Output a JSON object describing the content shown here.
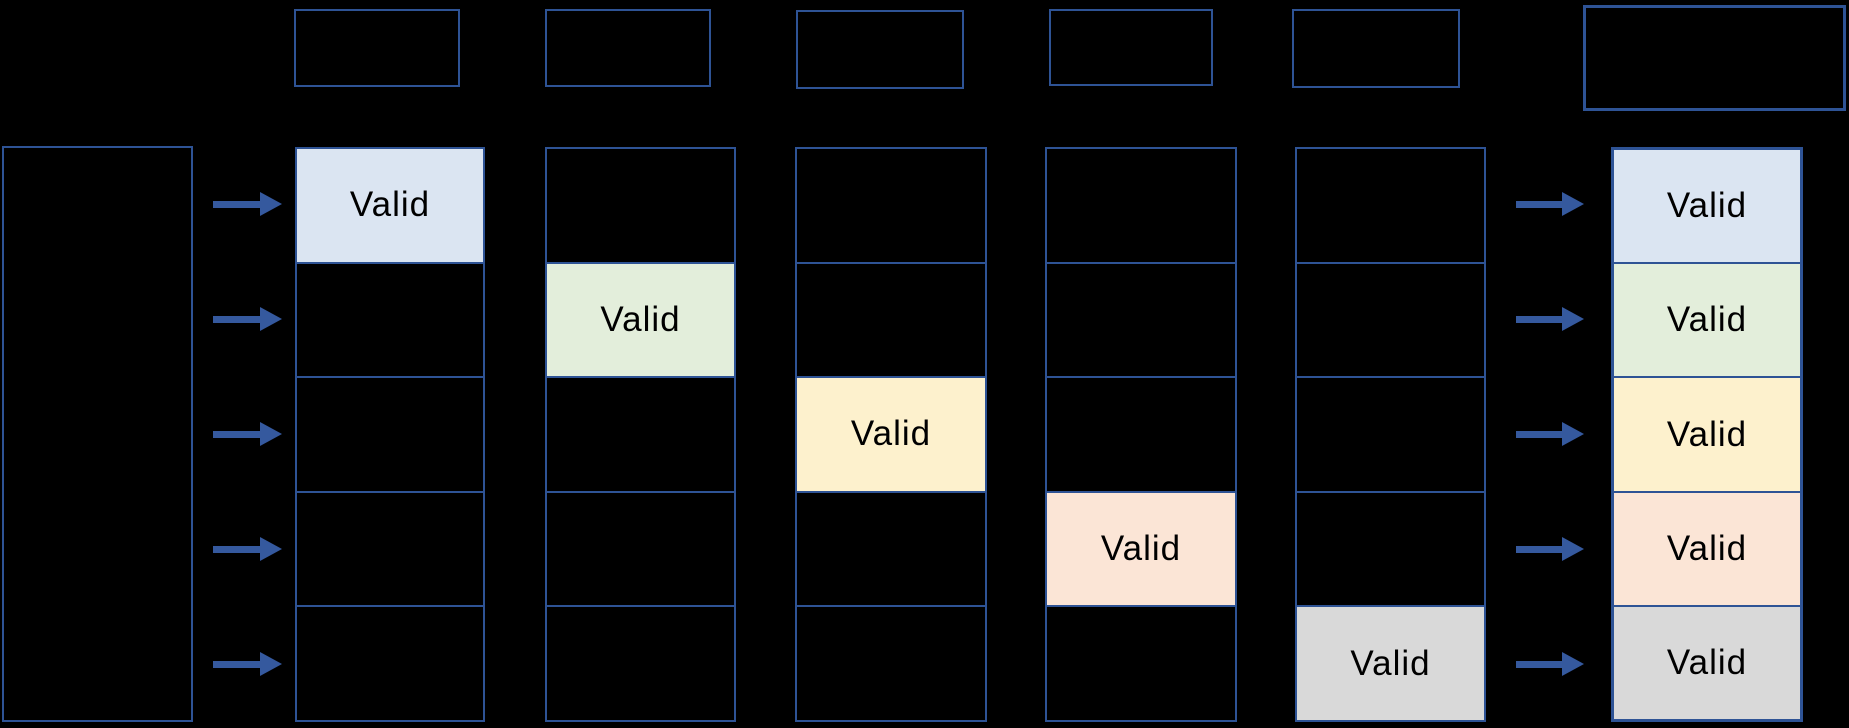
{
  "colors": {
    "background": "#000000",
    "box_border": "#2e5395",
    "arrow": "#35599e",
    "valid_blue": "#dbe5f2",
    "valid_green": "#e3eedb",
    "valid_yellow": "#fdf1cd",
    "valid_peach": "#fbe5d6",
    "valid_gray": "#d9d9d9"
  },
  "grid": {
    "row_colors": [
      "#dbe5f2",
      "#e3eedb",
      "#fdf1cd",
      "#fbe5d6",
      "#d9d9d9"
    ],
    "header_boxes": [
      "",
      "",
      "",
      "",
      "",
      ""
    ],
    "source_box_label": "",
    "columns": [
      {
        "cells": [
          "Valid",
          "",
          "",
          "",
          ""
        ]
      },
      {
        "cells": [
          "",
          "Valid",
          "",
          "",
          ""
        ]
      },
      {
        "cells": [
          "",
          "",
          "Valid",
          "",
          ""
        ]
      },
      {
        "cells": [
          "",
          "",
          "",
          "Valid",
          ""
        ]
      },
      {
        "cells": [
          "",
          "",
          "",
          "",
          "Valid"
        ]
      },
      {
        "cells": [
          "Valid",
          "Valid",
          "Valid",
          "Valid",
          "Valid"
        ]
      }
    ]
  }
}
